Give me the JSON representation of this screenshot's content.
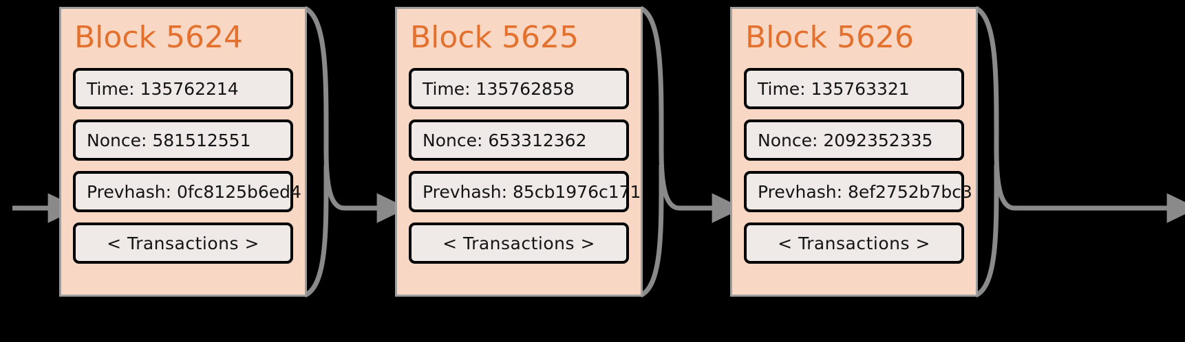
{
  "diagram": {
    "title": "blockchain-block-diagram",
    "background_color": "#000000",
    "block_fill": "#f8d8c4",
    "block_border": "#9e9e9e",
    "field_fill": "#efe9e7",
    "field_border": "#000000",
    "title_color": "#e3702d",
    "arrow_color": "#8a8a8a"
  },
  "blocks": [
    {
      "title": "Block 5624",
      "fields": [
        {
          "label": "Time: 135762214",
          "align": "left",
          "name": "time"
        },
        {
          "label": "Nonce: 581512551",
          "align": "left",
          "name": "nonce"
        },
        {
          "label": "Prevhash: 0fc8125b6ed4",
          "align": "left",
          "name": "prevhash"
        },
        {
          "label": "< Transactions >",
          "align": "center",
          "name": "transactions"
        }
      ]
    },
    {
      "title": "Block 5625",
      "fields": [
        {
          "label": "Time: 135762858",
          "align": "left",
          "name": "time"
        },
        {
          "label": "Nonce: 653312362",
          "align": "left",
          "name": "nonce"
        },
        {
          "label": "Prevhash: 85cb1976c171",
          "align": "left",
          "name": "prevhash"
        },
        {
          "label": "< Transactions >",
          "align": "center",
          "name": "transactions"
        }
      ]
    },
    {
      "title": "Block 5626",
      "fields": [
        {
          "label": "Time: 135763321",
          "align": "left",
          "name": "time"
        },
        {
          "label": "Nonce: 2092352335",
          "align": "left",
          "name": "nonce"
        },
        {
          "label": "Prevhash: 8ef2752b7bc3",
          "align": "left",
          "name": "prevhash"
        },
        {
          "label": "< Transactions >",
          "align": "center",
          "name": "transactions"
        }
      ]
    }
  ],
  "connectors": [
    {
      "name": "arrow-into-block-5624",
      "kind": "straight-arrow"
    },
    {
      "name": "arrow-block-5624-to-5625",
      "kind": "curved-arrow"
    },
    {
      "name": "arrow-block-5625-to-5626",
      "kind": "curved-arrow"
    },
    {
      "name": "arrow-out-of-block-5626",
      "kind": "curved-arrow"
    }
  ]
}
